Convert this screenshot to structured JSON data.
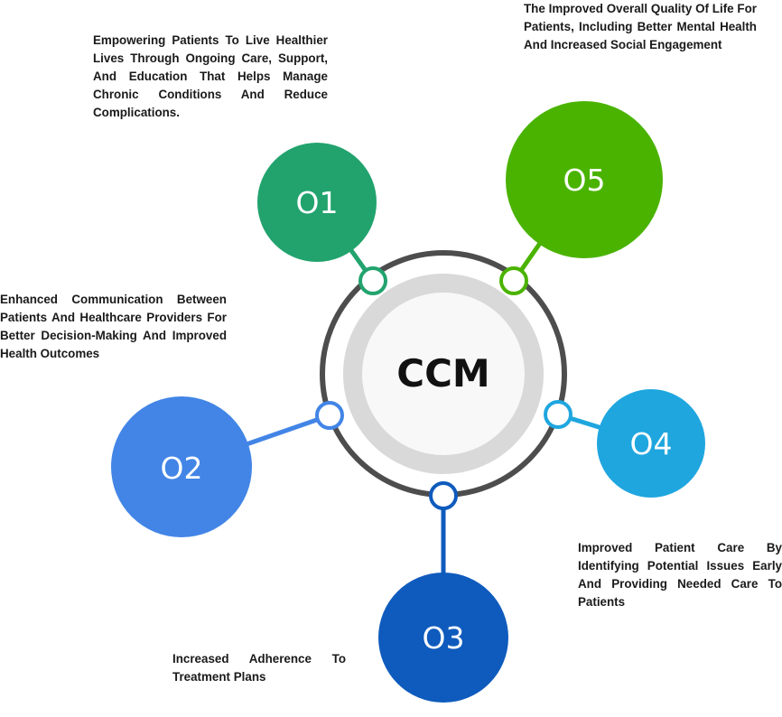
{
  "center": {
    "label": "CCM"
  },
  "nodes": [
    {
      "id": "01",
      "number": "O1",
      "color": "#22a36e",
      "description": "Empowering Patients To Live Healthier Lives Through Ongoing Care, Support, And Education That Helps Manage Chronic Conditions And Reduce Complications."
    },
    {
      "id": "02",
      "number": "O2",
      "color": "#4285e6",
      "description": "Enhanced Communication Between Patients And Healthcare Providers For Better Decision-Making And Improved Health Outcomes"
    },
    {
      "id": "03",
      "number": "O3",
      "color": "#0f5bbd",
      "description": "Increased Adherence To Treatment Plans"
    },
    {
      "id": "04",
      "number": "O4",
      "color": "#1fa6df",
      "description": "Improved Patient Care By Identifying Potential Issues Early And Providing Needed Care To Patients"
    },
    {
      "id": "05",
      "number": "O5",
      "color": "#4ab300",
      "description": "The Improved Overall Quality Of Life For Patients, Including Better Mental Health And Increased Social Engagement"
    }
  ],
  "colors": {
    "outer_ring": "#4d4d4d",
    "middle_ring": "#d9d9d9",
    "inner_disc": "#f8f8f8"
  }
}
